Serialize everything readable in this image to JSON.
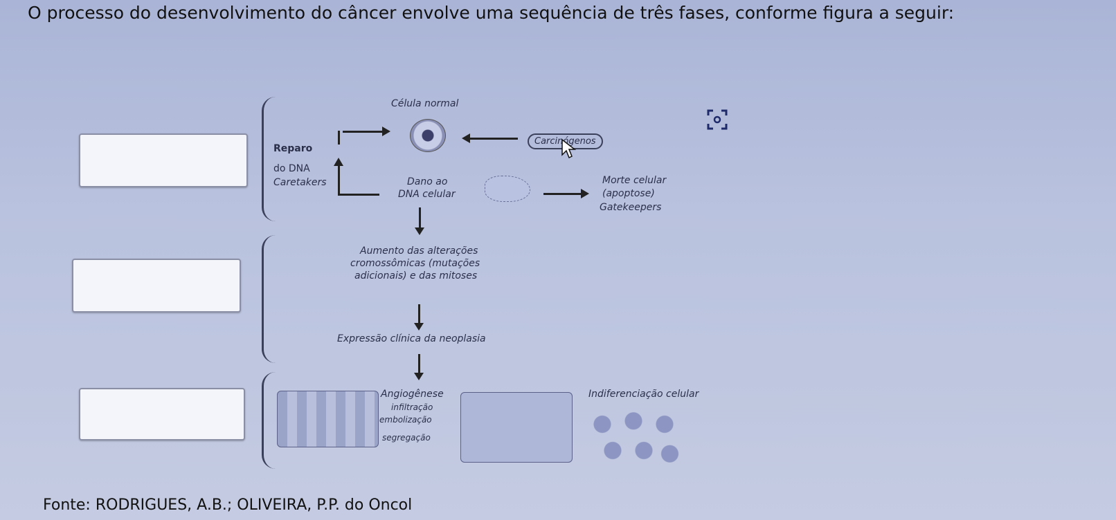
{
  "question": "O processo do desenvolvimento do câncer envolve uma sequência de três fases, conforme figura a seguir:",
  "source": "Fonte: RODRIGUES, A.B.; OLIVEIRA, P.P. do Oncol",
  "diagram": {
    "normal_cell": "Célula normal",
    "carcinogens": "Carcinógenos",
    "dna_repair": [
      "Reparo",
      "do DNA",
      "Caretakers"
    ],
    "dna_damage": [
      "Dano ao",
      "DNA celular"
    ],
    "cell_death": [
      "Morte celular",
      "(apoptose)",
      "Gatekeepers"
    ],
    "increase_alterations": [
      "Aumento das alterações",
      "cromossômicas (mutações",
      "adicionais) e das mitoses"
    ],
    "clinical_expression": "Expressão clínica da neoplasia",
    "angiogenesis": [
      "Angiogênese",
      "infiltração",
      "embolização",
      "segregação"
    ],
    "dedifferentiation": "Indiferenciação celular"
  },
  "answer_boxes": [
    "",
    "",
    ""
  ],
  "icons": [
    "screenshot-lens-icon",
    "mouse-cursor-icon"
  ]
}
